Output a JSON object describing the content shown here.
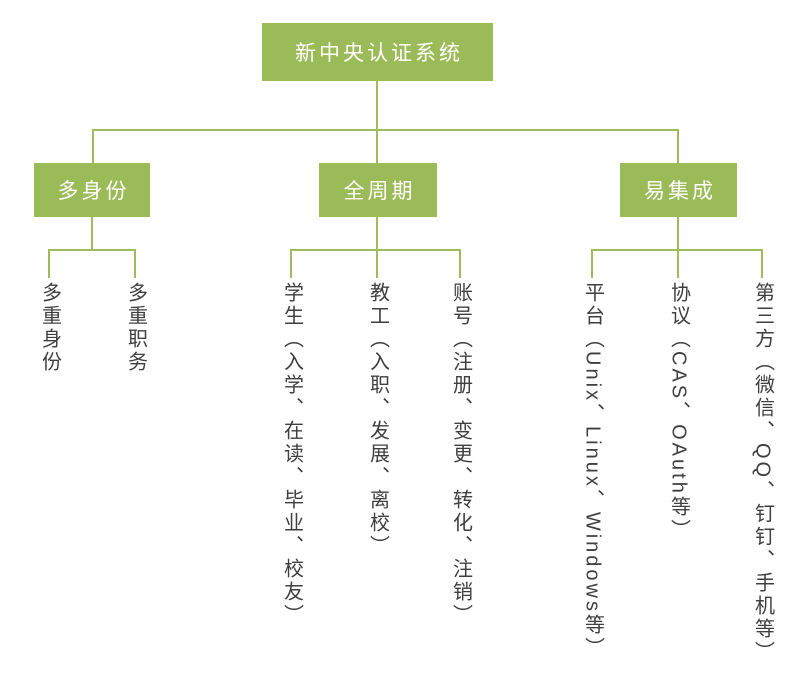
{
  "diagram": {
    "title": "新中央认证系统",
    "branches": [
      {
        "label": "多身份",
        "children": [
          "多重身份",
          "多重职务"
        ]
      },
      {
        "label": "全周期",
        "children": [
          "学生（入学、在读、毕业、校友）",
          "教工（入职、发展、离校）",
          "账号（注册、变更、转化、注销）"
        ]
      },
      {
        "label": "易集成",
        "children": [
          "平台（Unix、Linux、Windows等）",
          "协议（CAS、OAuth等）",
          "第三方（微信、QQ、钉钉、手机等）"
        ]
      }
    ],
    "colors": {
      "background": "#ffffff",
      "node_fill": "#9bbb59",
      "node_text": "#ffffff",
      "connector": "#9fbc5d",
      "leaf_text": "#3f3f3f"
    }
  }
}
